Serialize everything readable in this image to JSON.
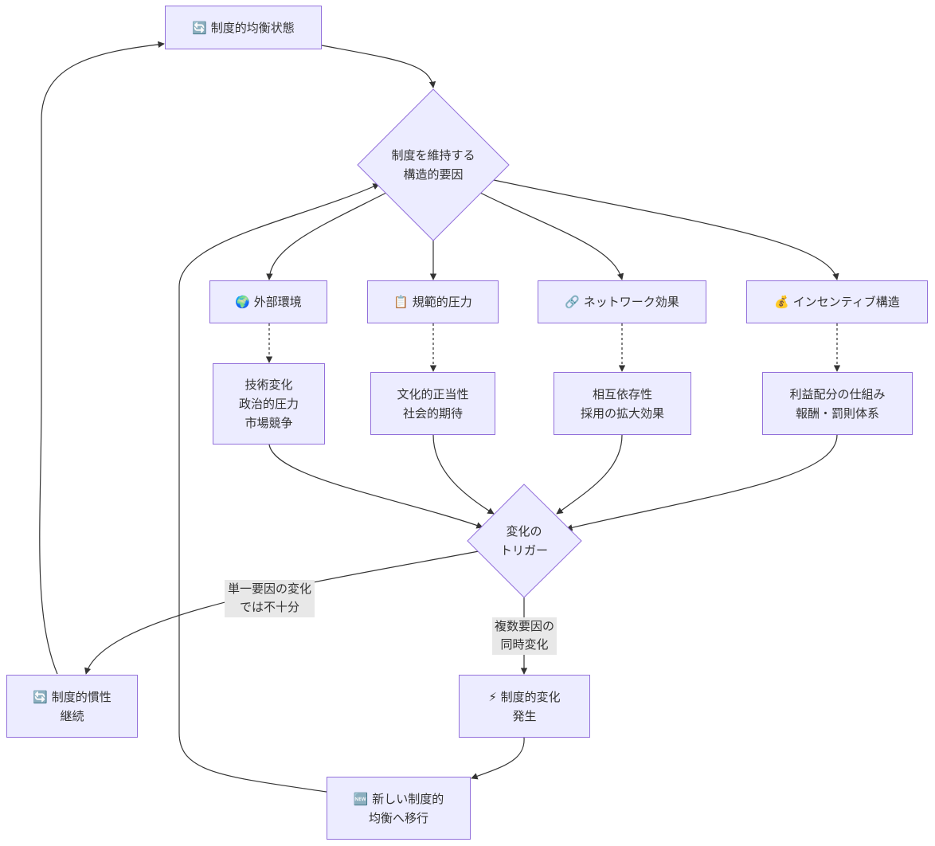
{
  "nodes": {
    "equilibrium": "🔄 制度的均衡状態",
    "structural": "制度を維持する\n構造的要因",
    "external": "🌍 外部環境",
    "normative": "📋 規範的圧力",
    "network": "🔗 ネットワーク効果",
    "incentive": "💰 インセンティブ構造",
    "external_detail": "技術変化\n政治的圧力\n市場競争",
    "normative_detail": "文化的正当性\n社会的期待",
    "network_detail": "相互依存性\n採用の拡大効果",
    "incentive_detail": "利益配分の仕組み\n報酬・罰則体系",
    "trigger": "変化の\nトリガー",
    "inertia": "🔄 制度的慣性\n継続",
    "change": "⚡ 制度的変化\n発生",
    "new_equilibrium": "🆕 新しい制度的\n均衡へ移行"
  },
  "edge_labels": {
    "single_factor": "単一要因の変化\nでは不十分",
    "multiple_factors": "複数要因の\n同時変化"
  },
  "colors": {
    "node_fill": "#ececff",
    "node_border": "#9370db",
    "edge": "#333333",
    "label_bg": "#e8e8e8"
  }
}
